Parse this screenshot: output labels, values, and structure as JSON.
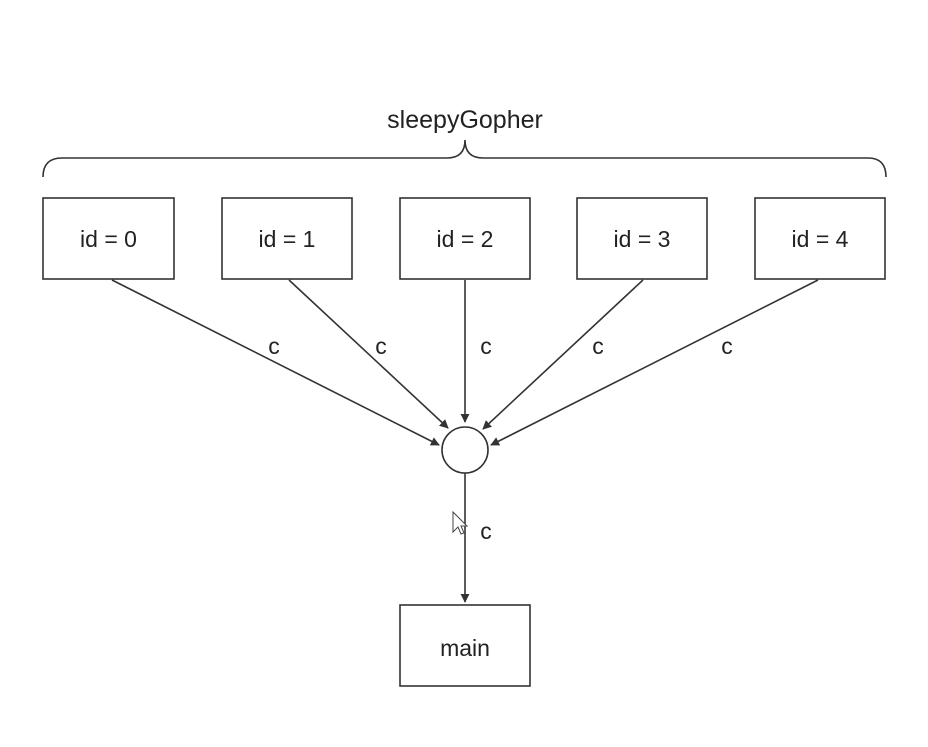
{
  "diagram": {
    "group_label": "sleepyGopher",
    "workers": [
      {
        "label": "id = 0",
        "edge_label": "c"
      },
      {
        "label": "id = 1",
        "edge_label": "c"
      },
      {
        "label": "id = 2",
        "edge_label": "c"
      },
      {
        "label": "id = 3",
        "edge_label": "c"
      },
      {
        "label": "id = 4",
        "edge_label": "c"
      }
    ],
    "output_edge_label": "c",
    "main_label": "main"
  }
}
